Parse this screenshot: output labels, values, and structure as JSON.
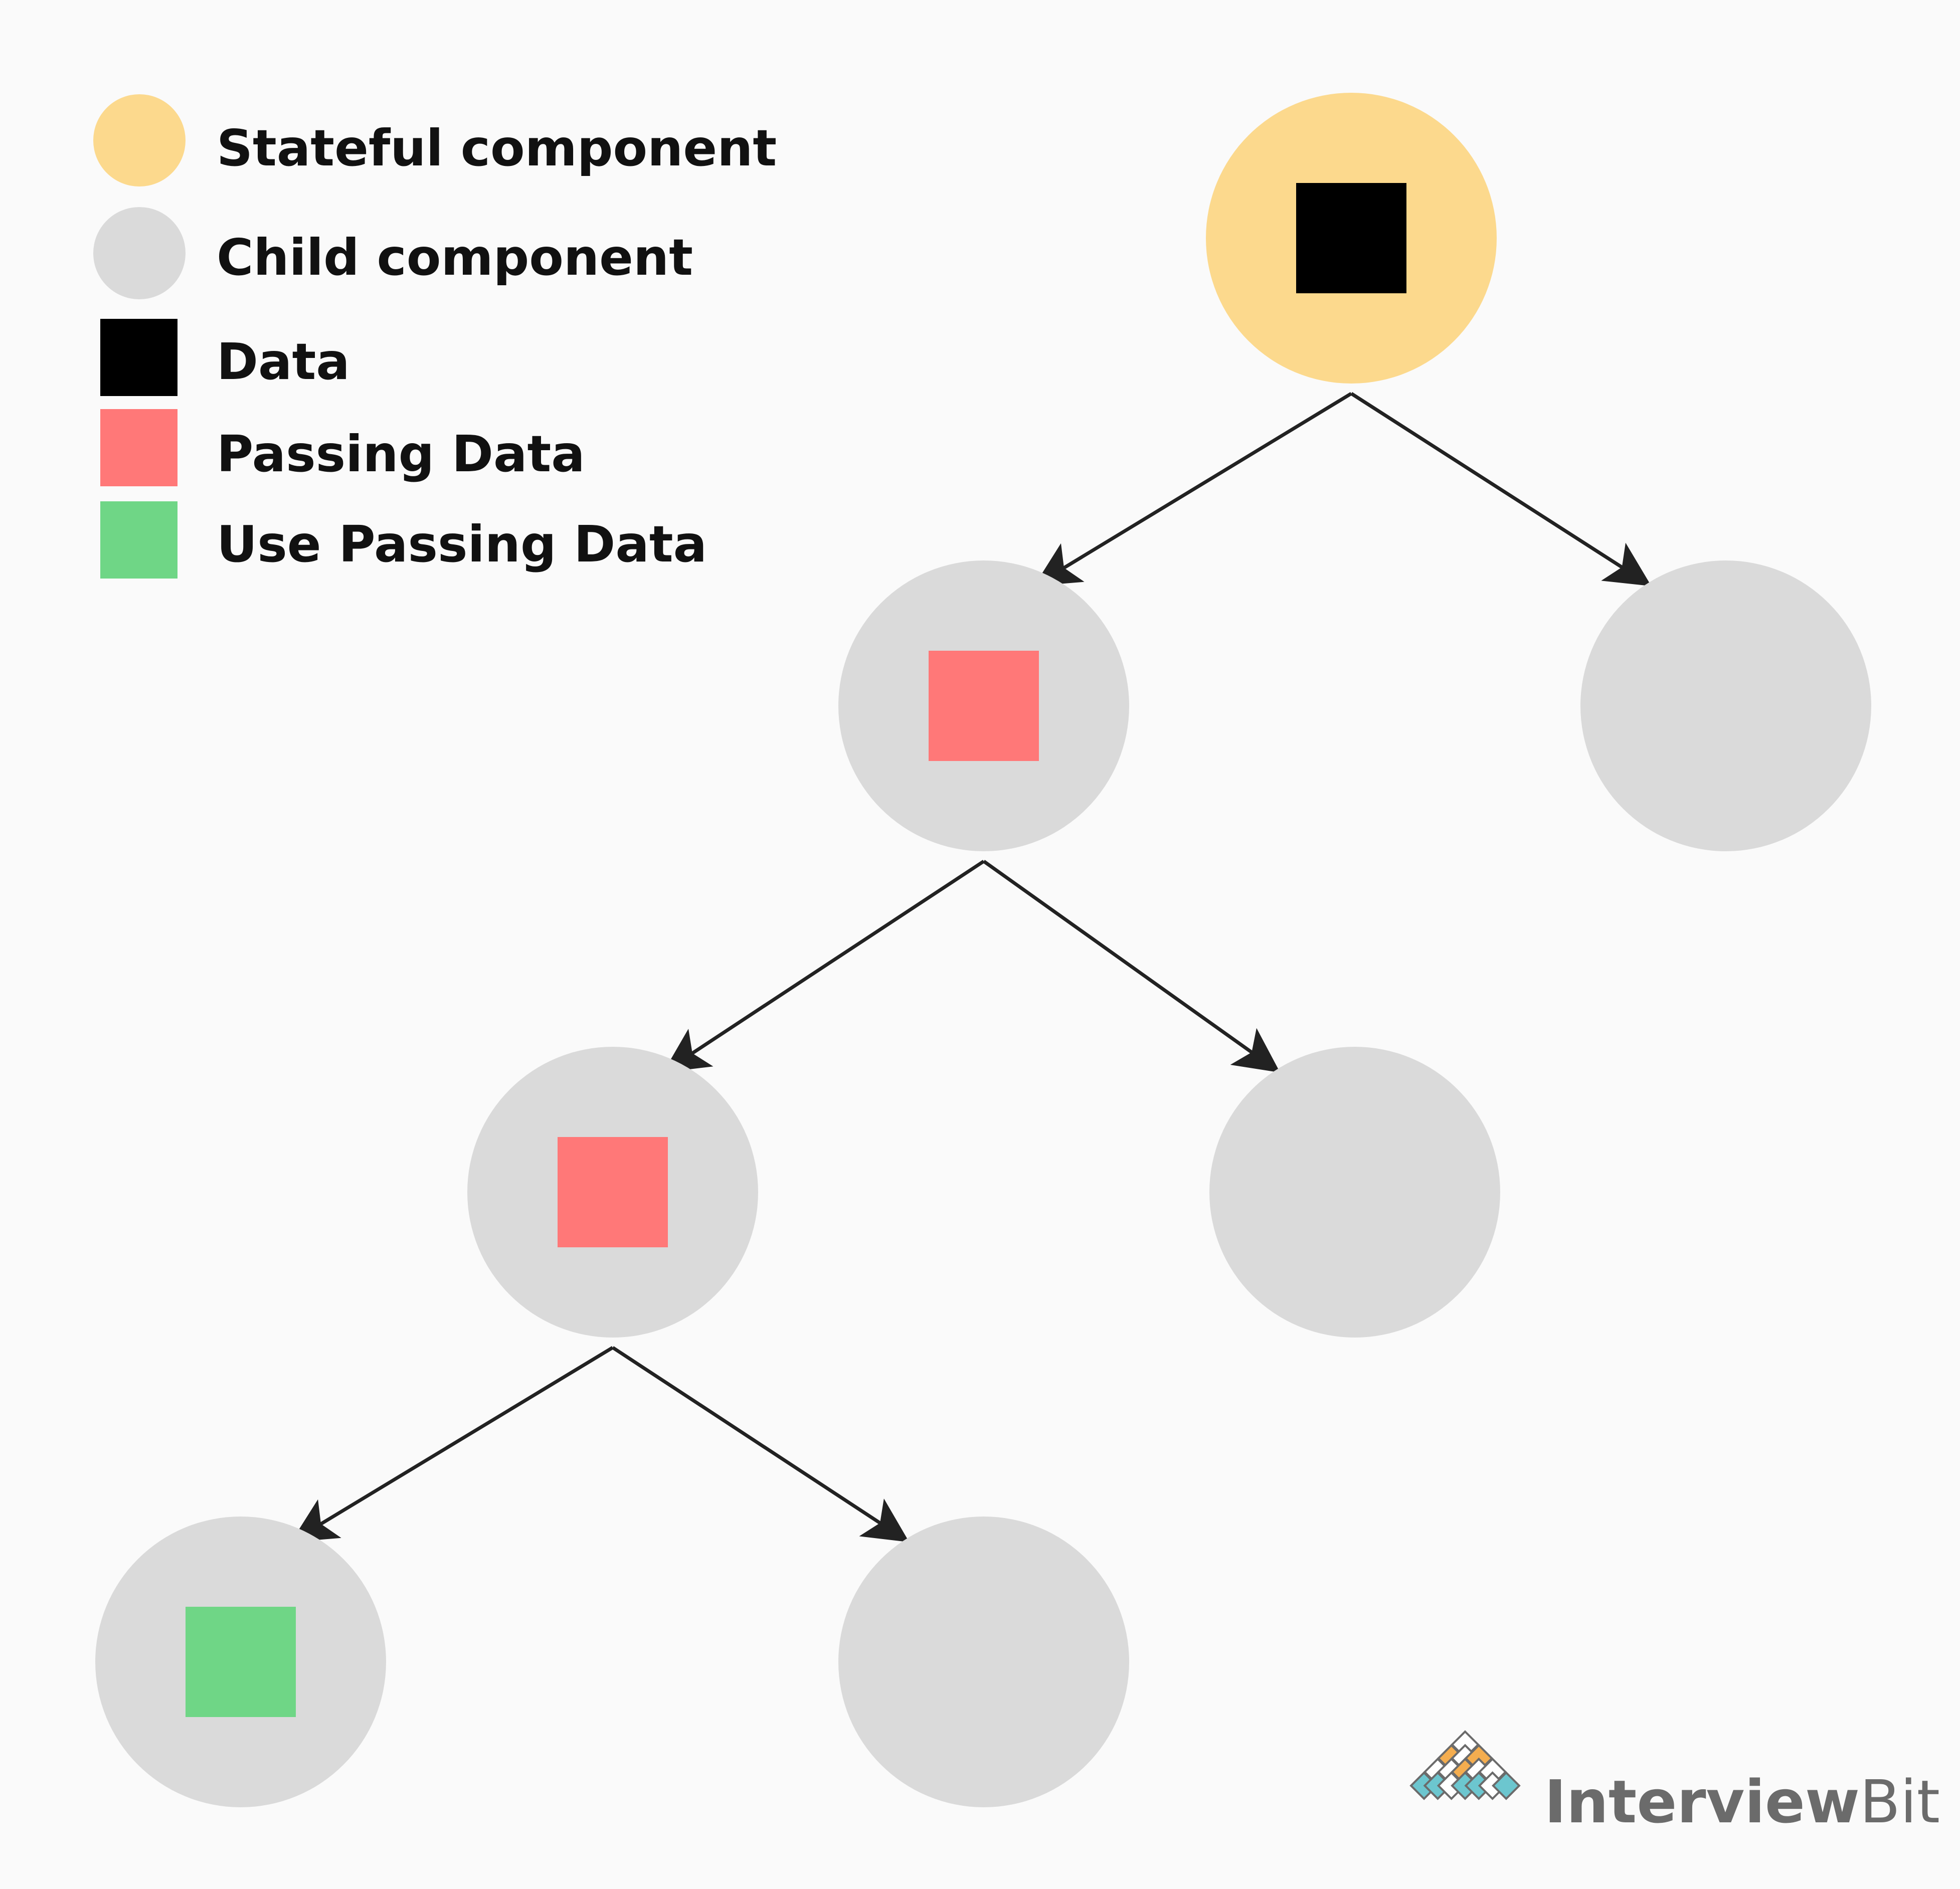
{
  "colors": {
    "background": "#fafafa",
    "stateful": "#fcd98d",
    "child": "#dadada",
    "data": "#000000",
    "passing": "#ff7878",
    "use_passing": "#6fd686",
    "arrow": "#222222",
    "brand_text": "#6b6b6b",
    "brand_orange": "#f4ad4f",
    "brand_teal": "#6cc6cf"
  },
  "legend": {
    "stateful": "Stateful component",
    "child": "Child component",
    "data": "Data",
    "passing": "Passing Data",
    "use_passing": "Use Passing Data"
  },
  "nodes": [
    {
      "id": "root",
      "kind": "stateful",
      "marker": "data"
    },
    {
      "id": "l1-left",
      "kind": "child",
      "marker": "passing"
    },
    {
      "id": "l1-right",
      "kind": "child",
      "marker": "none"
    },
    {
      "id": "l2-left",
      "kind": "child",
      "marker": "passing"
    },
    {
      "id": "l2-right",
      "kind": "child",
      "marker": "none"
    },
    {
      "id": "l3-left",
      "kind": "child",
      "marker": "use_passing"
    },
    {
      "id": "l3-right",
      "kind": "child",
      "marker": "none"
    }
  ],
  "edges": [
    {
      "from": "root",
      "to": "l1-left"
    },
    {
      "from": "root",
      "to": "l1-right"
    },
    {
      "from": "l1-left",
      "to": "l2-left"
    },
    {
      "from": "l1-left",
      "to": "l2-right"
    },
    {
      "from": "l2-left",
      "to": "l3-left"
    },
    {
      "from": "l2-left",
      "to": "l3-right"
    }
  ],
  "brand": {
    "name_part1": "Interview",
    "name_part2": "Bit",
    "logo_icon": "diamond-grid-icon"
  }
}
